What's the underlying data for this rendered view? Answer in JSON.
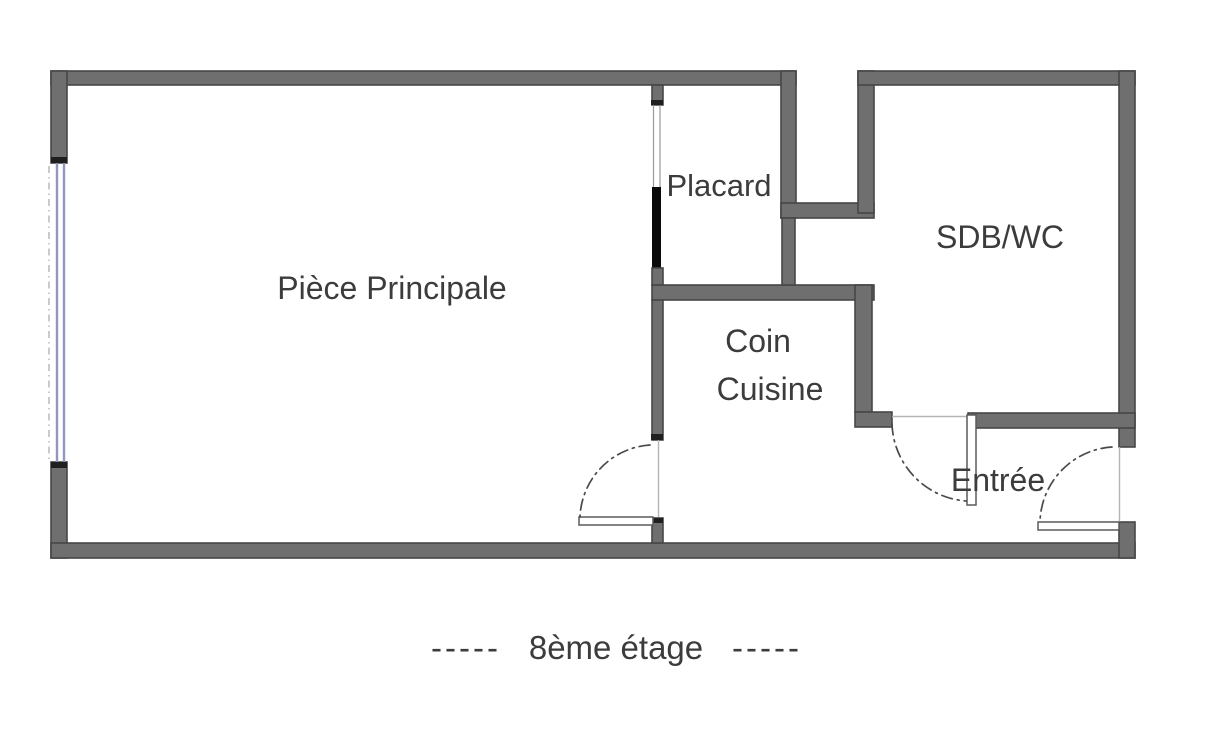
{
  "rooms": {
    "main": {
      "label": "Pièce Principale"
    },
    "closet": {
      "label": "Placard"
    },
    "bathroom": {
      "label": "SDB/WC"
    },
    "kitchen": {
      "label_line1": "Coin",
      "label_line2": "Cuisine"
    },
    "entrance": {
      "label": "Entrée"
    }
  },
  "caption": {
    "dashes_left": "-----",
    "text": "8ème étage",
    "dashes_right": "-----"
  },
  "colors": {
    "background": "#ffffff",
    "wall_fill": "#6f6f6f",
    "wall_stroke": "#474747",
    "wall_cap": "#1f1f1f",
    "door_panel_black": "#0a0a0a",
    "door_leaf_fill": "#ffffff",
    "door_leaf_stroke": "#5a5a5a",
    "swing_arc": "#4a4a4a",
    "opening_line": "#b5b5b5",
    "window_line": "#9196bd",
    "label_text": "#3c3c3c"
  }
}
